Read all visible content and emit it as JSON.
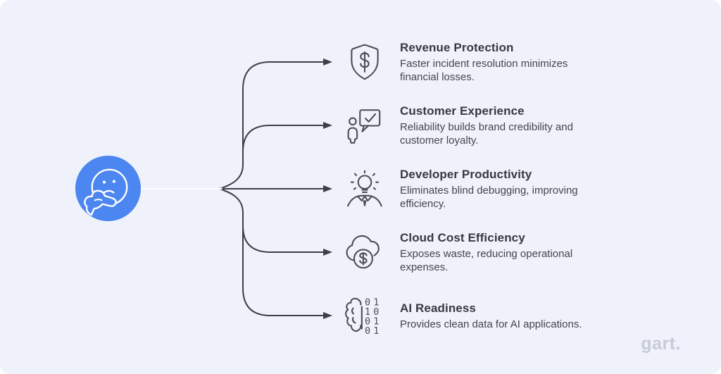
{
  "canvas": {
    "background": "#eff2fb",
    "accent_blue": "#4c86f0",
    "line_color": "#3f4045",
    "title_color": "#38393e",
    "description_color": "#44454b"
  },
  "center": {
    "icon": "thinking-face-icon"
  },
  "items": [
    {
      "icon": "shield-dollar-icon",
      "title": "Revenue Protection",
      "description": "Faster incident resolution minimizes financial losses."
    },
    {
      "icon": "person-chat-check-icon",
      "title": "Customer Experience",
      "description": "Reliability builds brand credibility and customer loyalty."
    },
    {
      "icon": "lightbulb-person-icon",
      "title": "Developer Productivity",
      "description": "Eliminates blind debugging, improving efficiency."
    },
    {
      "icon": "cloud-dollar-icon",
      "title": "Cloud Cost Efficiency",
      "description": "Exposes waste, reducing operational expenses."
    },
    {
      "icon": "brain-binary-icon",
      "title": "AI Readiness",
      "description": "Provides clean data for AI applications."
    }
  ],
  "logo": {
    "text": "gart."
  }
}
